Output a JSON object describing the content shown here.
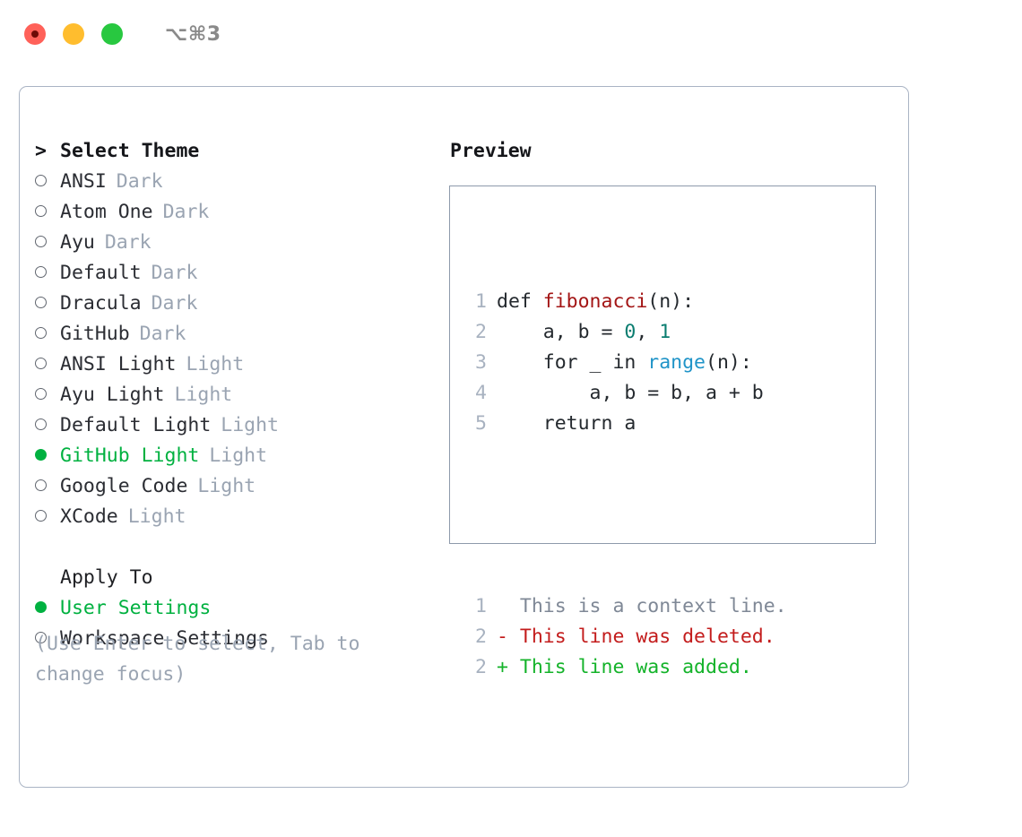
{
  "titlebar": {
    "shortcut": "⌥⌘3",
    "traffic_lights": [
      {
        "name": "close",
        "color": "#ff6159"
      },
      {
        "name": "minimize",
        "color": "#ffbd2e"
      },
      {
        "name": "maximize",
        "color": "#28c840"
      }
    ]
  },
  "colors": {
    "accent_green": "#00b140",
    "muted": "#9aa4b2",
    "border": "#aab4c4",
    "preview_border": "#8e9aab",
    "text": "#2b2d33",
    "code_fn": "#a31515",
    "code_num": "#0b7d70",
    "code_kw": "#2094c8",
    "diff_del": "#c31c1c",
    "diff_add": "#14b32a"
  },
  "theme_list": {
    "header": "Select Theme",
    "caret": ">",
    "items": [
      {
        "name": "ANSI",
        "variant": "Dark",
        "selected": false
      },
      {
        "name": "Atom One",
        "variant": "Dark",
        "selected": false
      },
      {
        "name": "Ayu",
        "variant": "Dark",
        "selected": false
      },
      {
        "name": "Default",
        "variant": "Dark",
        "selected": false
      },
      {
        "name": "Dracula",
        "variant": "Dark",
        "selected": false
      },
      {
        "name": "GitHub",
        "variant": "Dark",
        "selected": false
      },
      {
        "name": "ANSI Light",
        "variant": "Light",
        "selected": false
      },
      {
        "name": "Ayu Light",
        "variant": "Light",
        "selected": false
      },
      {
        "name": "Default Light",
        "variant": "Light",
        "selected": false
      },
      {
        "name": "GitHub Light",
        "variant": "Light",
        "selected": true
      },
      {
        "name": "Google Code",
        "variant": "Light",
        "selected": false
      },
      {
        "name": "XCode",
        "variant": "Light",
        "selected": false
      }
    ]
  },
  "apply_to": {
    "header": "Apply To",
    "items": [
      {
        "name": "User Settings",
        "selected": true
      },
      {
        "name": "Workspace Settings",
        "selected": false
      }
    ]
  },
  "hint": "(Use Enter to select, Tab to change focus)",
  "preview": {
    "title": "Preview",
    "code_lines": [
      {
        "number": "1",
        "tokens": [
          {
            "text": "def ",
            "type": "plain"
          },
          {
            "text": "fibonacci",
            "type": "fn"
          },
          {
            "text": "(n):",
            "type": "plain"
          }
        ]
      },
      {
        "number": "2",
        "tokens": [
          {
            "text": "    a, b = ",
            "type": "plain"
          },
          {
            "text": "0",
            "type": "num"
          },
          {
            "text": ", ",
            "type": "plain"
          },
          {
            "text": "1",
            "type": "num"
          }
        ]
      },
      {
        "number": "3",
        "tokens": [
          {
            "text": "    for _ in ",
            "type": "plain"
          },
          {
            "text": "range",
            "type": "kw"
          },
          {
            "text": "(n):",
            "type": "plain"
          }
        ]
      },
      {
        "number": "4",
        "tokens": [
          {
            "text": "        a, b = b, a + b",
            "type": "plain"
          }
        ]
      },
      {
        "number": "5",
        "tokens": [
          {
            "text": "    return a",
            "type": "plain"
          }
        ]
      }
    ],
    "diff_lines": [
      {
        "number": "1",
        "sign": "  ",
        "text": "This is a context line.",
        "type": "ctx"
      },
      {
        "number": "2",
        "sign": "- ",
        "text": "This line was deleted.",
        "type": "del"
      },
      {
        "number": "2",
        "sign": "+ ",
        "text": "This line was added.",
        "type": "add"
      }
    ]
  }
}
